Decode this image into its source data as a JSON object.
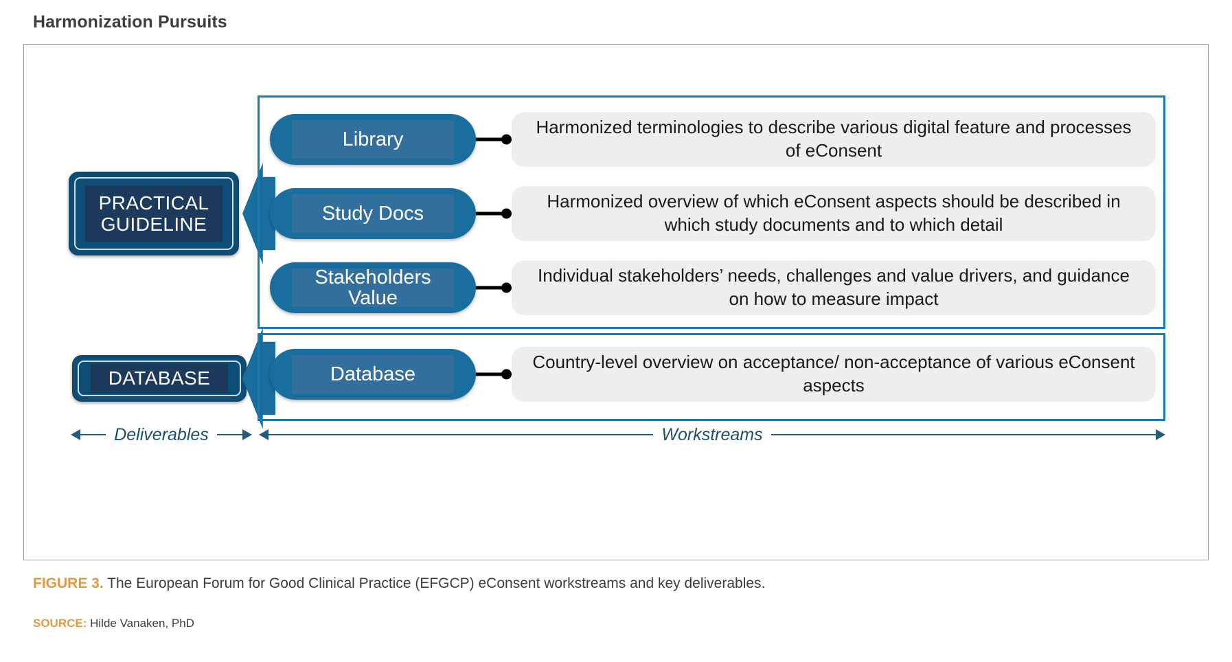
{
  "page_title": "Harmonization Pursuits",
  "colors": {
    "deliverable_navy": "#0e4d76",
    "deliverable_plate": "#1b3a5c",
    "workstream_blue": "#1a6e9e",
    "workstream_plate": "#336f9c",
    "group_frame_blue": "#1a7bb3",
    "description_gray": "#eeeeee",
    "legend_blue": "#1f4e6b",
    "accent_orange": "#e09a42",
    "title_gray": "#3d3d3d"
  },
  "deliverables": [
    {
      "id": "practical-guideline",
      "label": "PRACTICAL\nGUIDELINE"
    },
    {
      "id": "database",
      "label": "DATABASE"
    }
  ],
  "groups": [
    {
      "id": "guideline-group",
      "deliverable": "PRACTICAL GUIDELINE",
      "workstreams": [
        {
          "id": "library",
          "label": "Library",
          "description": "Harmonized terminologies to describe various digital feature and processes of eConsent"
        },
        {
          "id": "study-docs",
          "label": "Study Docs",
          "description": "Harmonized overview of which eConsent aspects should be described in which study documents and to which detail"
        },
        {
          "id": "stakeholders-value",
          "label": "Stakeholders Value",
          "description": "Individual stakeholders’ needs, challenges and value drivers, and guidance on how to measure impact"
        }
      ]
    },
    {
      "id": "database-group",
      "deliverable": "DATABASE",
      "workstreams": [
        {
          "id": "database-ws",
          "label": "Database",
          "description": "Country-level overview on acceptance/ non-acceptance of various eConsent aspects"
        }
      ]
    }
  ],
  "legend": {
    "deliverables_label": "Deliverables",
    "workstreams_label": "Workstreams"
  },
  "caption": {
    "figure_number": "FIGURE 3.",
    "text": " The European Forum for Good Clinical Practice (EFGCP) eConsent workstreams and key deliverables."
  },
  "source": {
    "label": "SOURCE:",
    "text": " Hilde Vanaken, PhD"
  }
}
